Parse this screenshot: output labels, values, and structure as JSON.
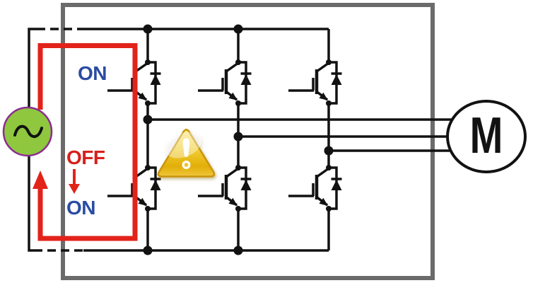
{
  "diagram_title": "inverter-shoot-through-fault",
  "labels": {
    "top_switch_state": "ON",
    "bottom_switch_previous_state": "OFF",
    "bottom_switch_state": "ON",
    "motor": "M"
  },
  "colors": {
    "wire": "#121212",
    "enclosure": "#6B6B6B",
    "fault_path": "#E2231A",
    "state_on": "#2B4CA3",
    "state_off": "#D6201C",
    "source_fill": "#8FC73E",
    "source_border": "#8B2D91",
    "warning_fill_top": "#F8E887",
    "warning_fill_bottom": "#E5B307",
    "warning_border": "#C9940A"
  },
  "icons": {
    "ac_source": "ac-source-icon",
    "warning": "warning-triangle-icon",
    "state_change_arrow": "arrow-down-icon",
    "fault_current_arrow": "arrow-up-icon",
    "motor": "motor-icon"
  }
}
